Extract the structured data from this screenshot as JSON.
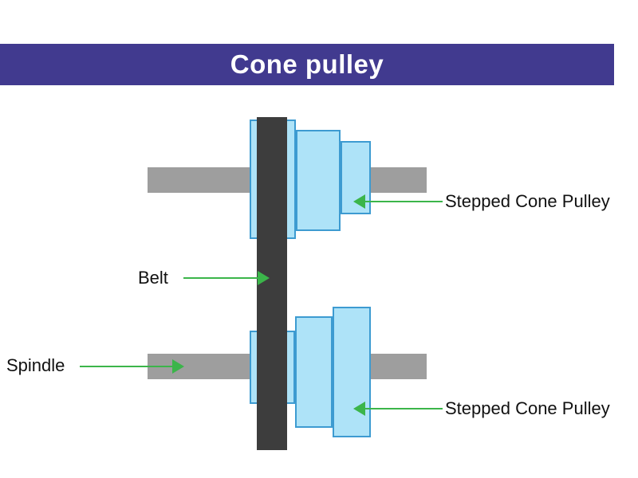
{
  "header": {
    "title": "Cone pulley"
  },
  "labels": {
    "belt": "Belt",
    "spindle": "Spindle",
    "stepped_cone_pulley_top": "Stepped Cone Pulley",
    "stepped_cone_pulley_bottom": "Stepped Cone Pulley"
  },
  "colors": {
    "banner": "#413a8f",
    "banner-text": "#ffffff",
    "belt-color": "#3d3d3d",
    "shaft": "#9e9e9e",
    "pulley-fill": "#aee3f8",
    "pulley-stroke": "#3d9bd1",
    "arrow": "#3bb54a",
    "label-text": "#111111",
    "background": "#ffffff"
  }
}
